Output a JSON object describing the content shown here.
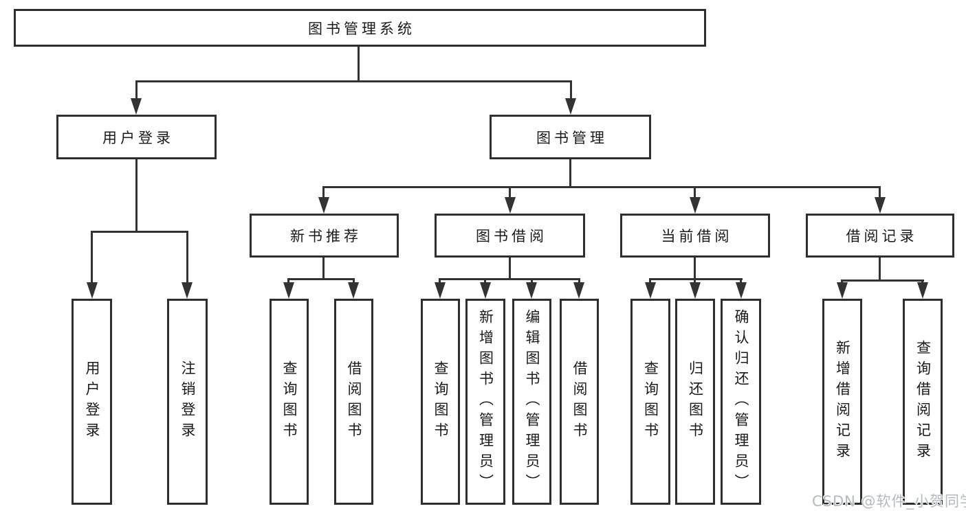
{
  "tree": {
    "root": {
      "label": "图书管理系统"
    },
    "branches": [
      {
        "label": "用户登录",
        "children": [
          {
            "label": "用户登录"
          },
          {
            "label": "注销登录"
          }
        ]
      },
      {
        "label": "图书管理",
        "children": [
          {
            "label": "新书推荐",
            "children": [
              {
                "label": "查询图书"
              },
              {
                "label": "借阅图书"
              }
            ]
          },
          {
            "label": "图书借阅",
            "children": [
              {
                "label": "查询图书"
              },
              {
                "label": "新增图书（管理员）"
              },
              {
                "label": "编辑图书（管理员）"
              },
              {
                "label": "借阅图书"
              }
            ]
          },
          {
            "label": "当前借阅",
            "children": [
              {
                "label": "查询图书"
              },
              {
                "label": "归还图书"
              },
              {
                "label": "确认归还（管理员）"
              }
            ]
          },
          {
            "label": "借阅记录",
            "children": [
              {
                "label": "新增借阅记录"
              },
              {
                "label": "查询借阅记录"
              }
            ]
          }
        ]
      }
    ]
  },
  "watermark": {
    "text": "CSDN @软件_小贺同学"
  },
  "colors": {
    "background": "#ffffff",
    "box_border": "#2e2e2e",
    "connector": "#333333",
    "text": "#1a1a1a",
    "watermark": "#b4b9bf"
  }
}
